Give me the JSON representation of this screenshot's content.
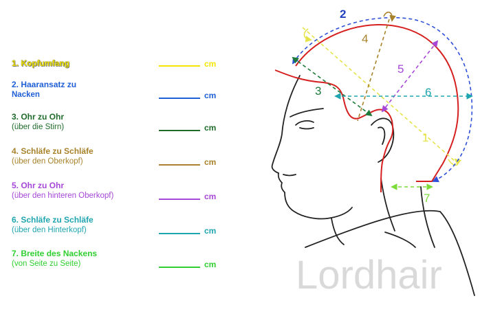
{
  "measurements": [
    {
      "number": "1",
      "title": "1. Kopfumfang",
      "subtitle": "",
      "unit": "cm",
      "color": "#f2e600"
    },
    {
      "number": "2",
      "title": "2. Haaransatz zu",
      "subtitle": "Nacken",
      "unit": "cm",
      "color": "#1f5fd6"
    },
    {
      "number": "3",
      "title": "3. Ohr zu Ohr",
      "subtitle": "(über die Stirn)",
      "unit": "cm",
      "color": "#1e6b2a"
    },
    {
      "number": "4",
      "title": "4. Schläfe zu Schläfe",
      "subtitle": "(über den Oberkopf)",
      "unit": "cm",
      "color": "#a8822a"
    },
    {
      "number": "5",
      "title": "5. Ohr zu Ohr",
      "subtitle": "(über den hinteren Oberkopf)",
      "unit": "cm",
      "color": "#a647d8"
    },
    {
      "number": "6",
      "title": "6. Schläfe zu Schläfe",
      "subtitle": "(über den Hinterkopf)",
      "unit": "cm",
      "color": "#1fa5b0"
    },
    {
      "number": "7",
      "title": "7. Breite des Nackens",
      "subtitle": "(von Seite zu Seite)",
      "unit": "cm",
      "color": "#2fcf2f"
    }
  ],
  "illustration": {
    "watermark": "Lordhair",
    "line_colors": {
      "hairline": "#d62020",
      "line1": "#e6e34a",
      "line2": "#2e4fd8",
      "line3": "#1e7a3a",
      "line4": "#a8822a",
      "line5": "#a647d8",
      "line6": "#1fa5b0",
      "line7": "#7ddc3a"
    }
  }
}
